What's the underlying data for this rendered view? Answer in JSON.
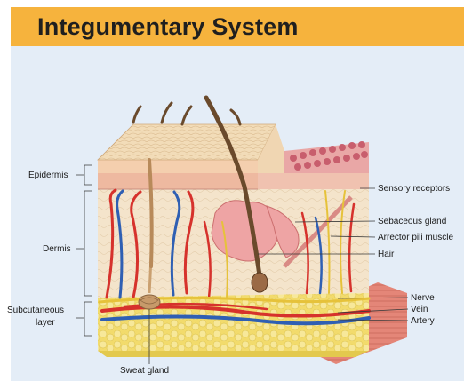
{
  "title": "Integumentary System",
  "labels": {
    "epidermis": "Epidermis",
    "dermis": "Dermis",
    "subcutaneous_1": "Subcutaneous",
    "subcutaneous_2": "layer",
    "sensory_receptors": "Sensory receptors",
    "sebaceous_gland": "Sebaceous gland",
    "arrector_pili": "Arrector pili muscle",
    "hair": "Hair",
    "nerve": "Nerve",
    "vein": "Vein",
    "artery": "Artery",
    "sweat_gland": "Sweat gland"
  },
  "colors": {
    "title_bar": "#f6b33d",
    "panel": "#e4edf7",
    "epidermis": "#f0d8b4",
    "dermis": "#f5e6cf",
    "fat": "#f3e07a",
    "muscle": "#e58c7e",
    "artery": "#d6322c",
    "vein": "#2f5fb3",
    "nerve": "#e6c23a",
    "hair": "#6a4a2c"
  }
}
